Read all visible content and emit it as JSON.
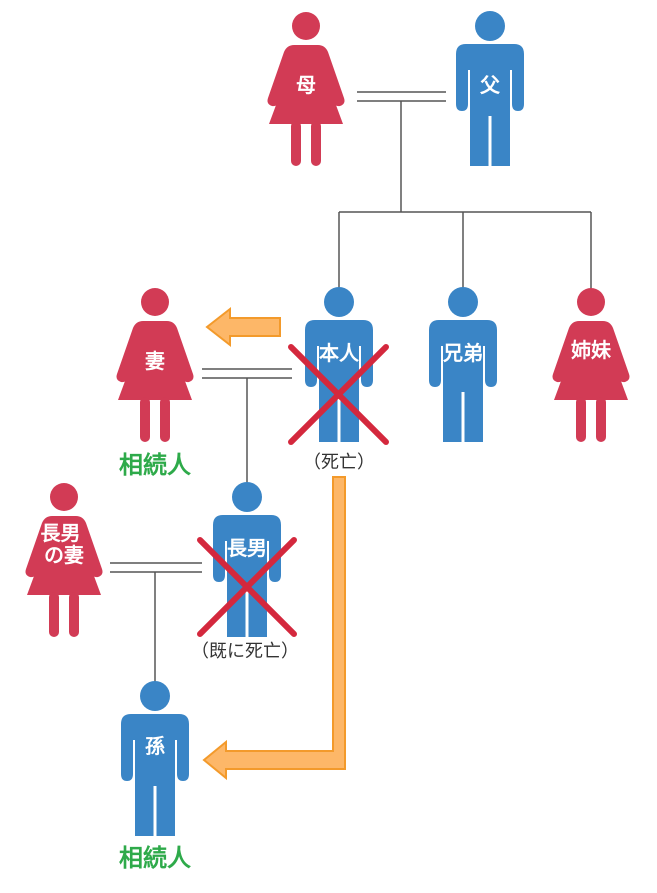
{
  "colors": {
    "female": "#d23b55",
    "male": "#3a85c6",
    "heir_text": "#2eaa4a",
    "arrow_fill": "#fdb768",
    "arrow_stroke": "#f39a2b",
    "cross": "#d4283d",
    "line": "#555555"
  },
  "people": {
    "mother": {
      "label": "母"
    },
    "father": {
      "label": "父"
    },
    "wife": {
      "label": "妻",
      "role": "相続人"
    },
    "self": {
      "label": "本人",
      "status": "（死亡）"
    },
    "brother": {
      "label": "兄弟"
    },
    "sister": {
      "label": "姉妹"
    },
    "son_wife": {
      "label": "長男の妻"
    },
    "son": {
      "label": "長男",
      "status": "（既に死亡）"
    },
    "grandchild": {
      "label": "孫",
      "role": "相続人"
    }
  }
}
